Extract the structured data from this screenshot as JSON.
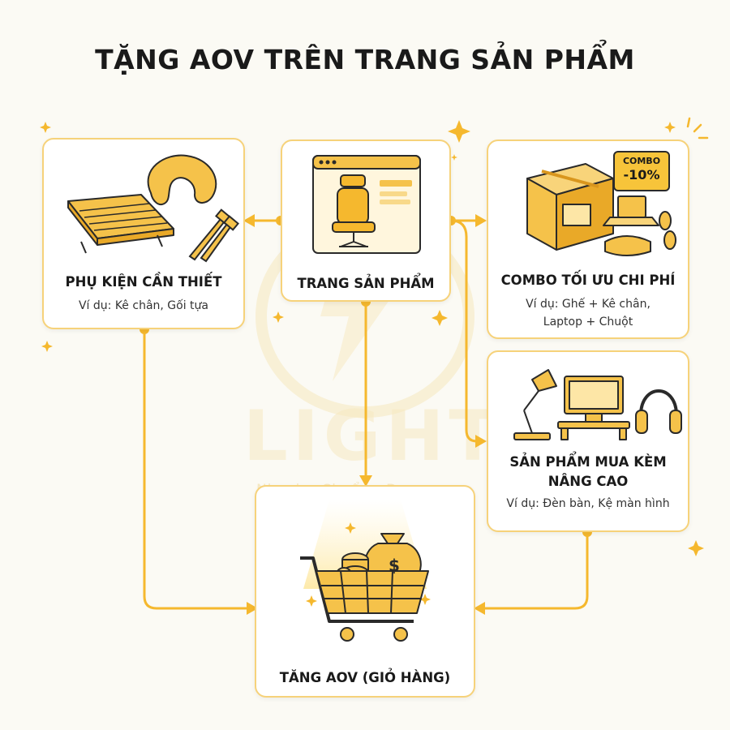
{
  "title": "TẶNG AOV TRÊN TRANG SẢN PHẨM",
  "watermark": {
    "word": "LIGHT",
    "slogan": "Nhanh - Chuẩn - Đẹp"
  },
  "nodes": {
    "product_page": {
      "label": "TRANG SẢN PHẨM"
    },
    "accessories": {
      "label": "PHỤ KIỆN CẦN THIẾT",
      "example": "Ví dụ: Kê chân, Gối tựa"
    },
    "combo": {
      "label": "COMBO TỐI ƯU CHI PHÍ",
      "example_line1": "Ví dụ: Ghế + Kê chân,",
      "example_line2": "Laptop + Chuột",
      "badge_line1": "COMBO",
      "badge_line2": "-10%"
    },
    "upsell": {
      "label_line1": "SẢN PHẨM MUA KÈM",
      "label_line2": "NÂNG CAO",
      "example": "Ví dụ: Đèn bàn, Kệ màn hình"
    },
    "cart": {
      "label": "TĂNG AOV (GIỎ HÀNG)"
    }
  },
  "colors": {
    "accent": "#f5b82e",
    "accent_light": "#fbd77a",
    "card_border": "#f6d27a",
    "background": "#fbfaf4",
    "outline": "#2a2a2a"
  }
}
